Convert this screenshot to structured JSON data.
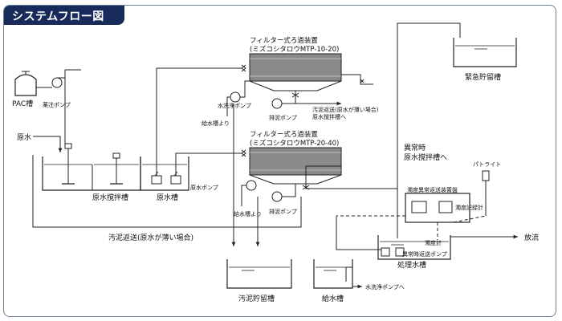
{
  "header": {
    "title": "システムフロー図"
  },
  "units": {
    "pac_tank": "PAC槽",
    "chemical_pump": "薬注ポンプ",
    "raw_water": "原水",
    "raw_stir_tank": "原水撹拌槽",
    "raw_water_tank": "原水槽",
    "raw_water_pump": "原水ポンプ",
    "filter1_name": "フィルター式ろ過装置",
    "filter1_model": "(ミズコシタロウMTP-10-20)",
    "filter2_name": "フィルター式ろ過装置",
    "filter2_model": "(ミズコシタロウMTP-20-40)",
    "wash_pump": "水洗浄ポンプ",
    "from_supply_tank_1": "給水槽より",
    "from_supply_tank_2": "給水槽より",
    "drain_pump_1": "排泥ポンプ",
    "drain_pump_2": "排泥ポンプ",
    "sludge_return_note_1": "汚泥返送(原水が薄い場合)",
    "sludge_return_note_2": "原水撹拌槽へ",
    "emergency_tank": "緊急貯留槽",
    "abnormal_1": "異常時",
    "abnormal_2": "原水撹拌槽へ",
    "patlite": "パトライト",
    "turbidity_device": "濁度異常返送装置盤",
    "turbidity_recorder": "濁度記録計",
    "turbidity_meter": "濁度計",
    "abnormal_return_pump": "異常時返送ポンプ",
    "treated_tank": "処理水槽",
    "discharge": "放流",
    "sludge_return_main": "汚泥返送(原水が薄い場合)",
    "sludge_storage_tank": "汚泥貯留槽",
    "supply_tank": "給水槽",
    "to_wash_pump": "水洗浄ポンプへ"
  }
}
